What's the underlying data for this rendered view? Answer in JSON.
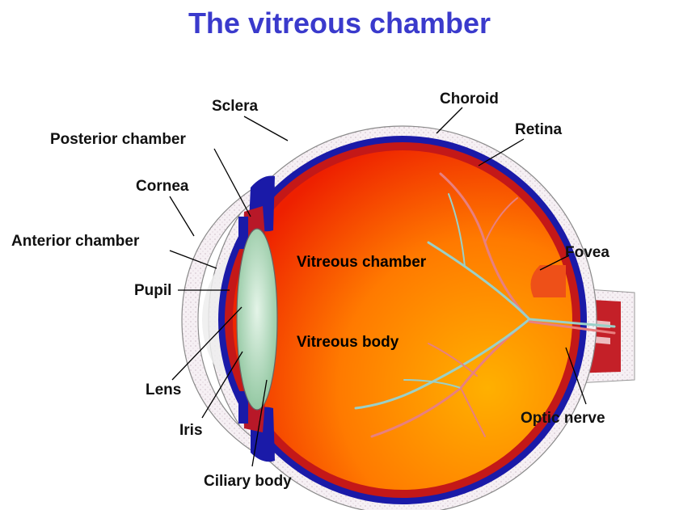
{
  "title": "The vitreous chamber",
  "colors": {
    "title": "#3a3acc",
    "sclera": "#f4eef2",
    "choroid": "#1a1aa8",
    "retina": "#cc2020",
    "vitreous_inner": "#ffa800",
    "vitreous_outer": "#ee2000",
    "lens": "#a8d4b4",
    "optic_nerve": "#c42028"
  },
  "labels": {
    "sclera": "Sclera",
    "choroid": "Choroid",
    "retina": "Retina",
    "posterior_chamber": "Posterior chamber",
    "cornea": "Cornea",
    "anterior_chamber": "Anterior chamber",
    "pupil": "Pupil",
    "vitreous_chamber": "Vitreous chamber",
    "vitreous_body": "Vitreous body",
    "fovea": "Fovea",
    "lens": "Lens",
    "iris": "Iris",
    "ciliary_body": "Ciliary body",
    "optic_nerve": "Optic nerve"
  }
}
